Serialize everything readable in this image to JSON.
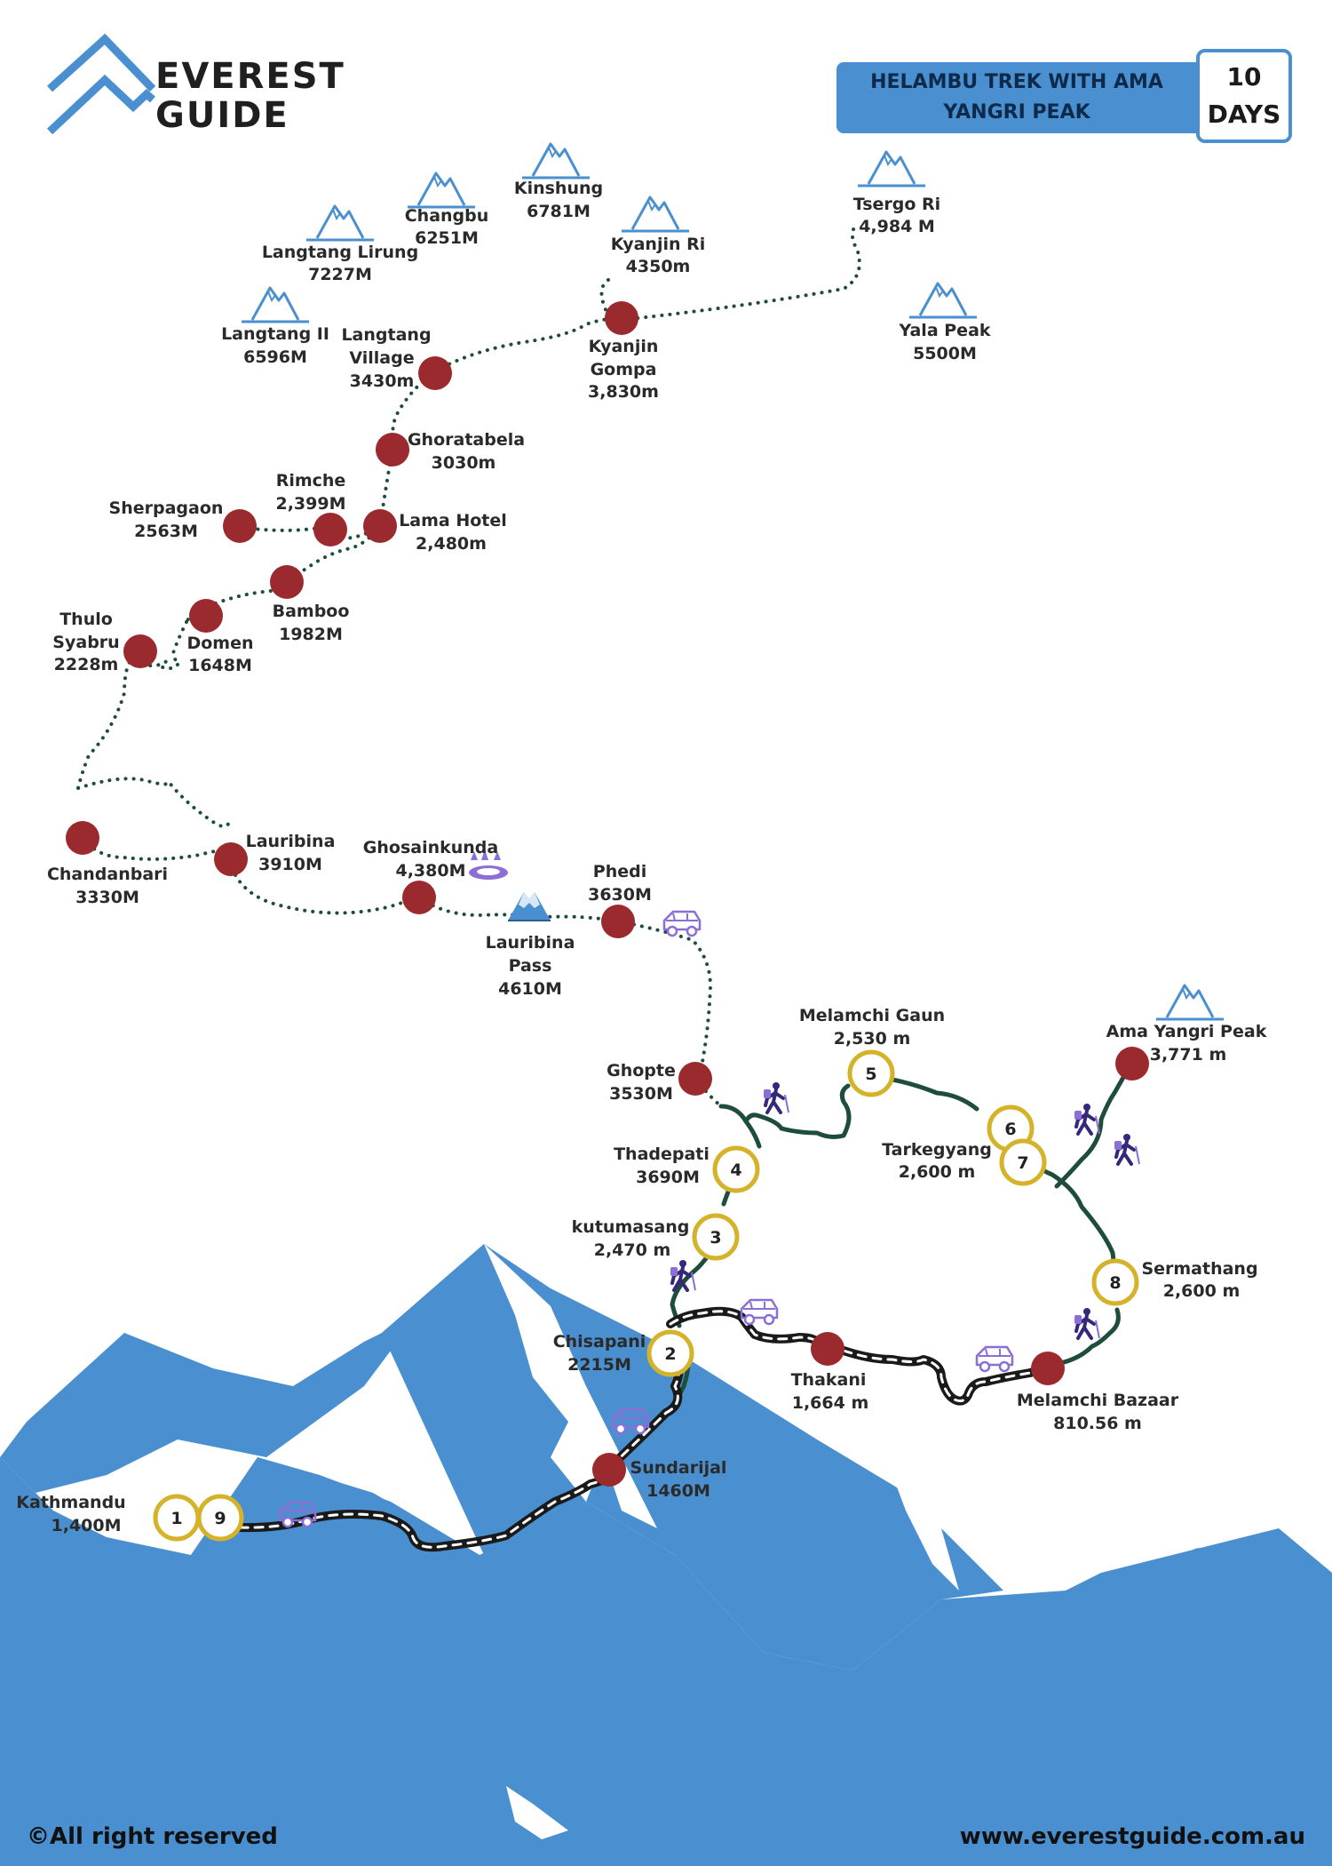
{
  "brand": {
    "line1": "EVEREST",
    "line2": "GUIDE"
  },
  "trek": {
    "title": "HELAMBU TREK WITH AMA YANGRI PEAK",
    "days_number": "10",
    "days_label": "DAYS"
  },
  "peaks": [
    {
      "name": "Langtang Lirung",
      "elevation": "7227M"
    },
    {
      "name": "Changbu",
      "elevation": "6251M"
    },
    {
      "name": "Kinshung",
      "elevation": "6781M"
    },
    {
      "name": "Kyanjin Ri",
      "elevation": "4350m"
    },
    {
      "name": "Tsergo Ri",
      "elevation": "4,984 M"
    },
    {
      "name": "Langtang II",
      "elevation": "6596M"
    },
    {
      "name": "Yala Peak",
      "elevation": "5500M"
    }
  ],
  "places": {
    "langtang_village": {
      "line1": "Langtang",
      "line2": "Village",
      "elevation": "3430m"
    },
    "kyanjin_gompa": {
      "line1": "Kyanjin",
      "line2": "Gompa",
      "elevation": "3,830m"
    },
    "ghoratabela": {
      "name": "Ghoratabela",
      "elevation": "3030m"
    },
    "rimche": {
      "name": "Rimche",
      "elevation": "2,399M"
    },
    "sherpagaon": {
      "name": "Sherpagaon",
      "elevation": "2563M"
    },
    "lama_hotel": {
      "name": "Lama Hotel",
      "elevation": "2,480m"
    },
    "bamboo": {
      "name": "Bamboo",
      "elevation": "1982M"
    },
    "domen": {
      "name": "Domen",
      "elevation": "1648M"
    },
    "thulo_syabru": {
      "line1": "Thulo",
      "line2": "Syabru",
      "elevation": "2228m"
    },
    "chandanbari": {
      "name": "Chandanbari",
      "elevation": "3330M"
    },
    "lauribina": {
      "name": "Lauribina",
      "elevation": "3910M"
    },
    "ghosainkunda": {
      "name": "Ghosainkunda",
      "elevation": "4,380M"
    },
    "lauribina_pass": {
      "line1": "Lauribina",
      "line2": "Pass",
      "elevation": "4610M"
    },
    "phedi": {
      "name": "Phedi",
      "elevation": "3630M"
    },
    "ghopte": {
      "name": "Ghopte",
      "elevation": "3530M"
    },
    "melamchi_gaun": {
      "name": "Melamchi Gaun",
      "elevation": "2,530 m"
    },
    "ama_yangri": {
      "name": "Ama Yangri Peak",
      "elevation": "3,771 m"
    },
    "tarkegyang": {
      "name": "Tarkegyang",
      "elevation": "2,600 m"
    },
    "thadepati": {
      "name": "Thadepati",
      "elevation": "3690M"
    },
    "kutumasang": {
      "name": "kutumasang",
      "elevation": "2,470 m"
    },
    "sermathang": {
      "name": "Sermathang",
      "elevation": "2,600 m"
    },
    "chisapani": {
      "name": "Chisapani",
      "elevation": "2215M"
    },
    "thakani": {
      "name": "Thakani",
      "elevation": "1,664 m"
    },
    "melamchi_bazaar": {
      "name": "Melamchi Bazaar",
      "elevation": "810.56 m"
    },
    "sundarijal": {
      "name": "Sundarijal",
      "elevation": "1460M"
    },
    "kathmandu": {
      "name": "Kathmandu",
      "elevation": "1,400M"
    }
  },
  "days": [
    "1",
    "2",
    "3",
    "4",
    "5",
    "6",
    "7",
    "8",
    "9"
  ],
  "footer": {
    "copyright": "©All right reserved",
    "website": "www.everestguide.com.au"
  },
  "colors": {
    "accent_blue": "#4a8fcf",
    "stop_red": "#9b2a2e",
    "day_gold": "#d4b32a",
    "trail_green": "#1f4d3c",
    "icon_purple": "#8b6fd6",
    "hiker_navy": "#33287a"
  }
}
